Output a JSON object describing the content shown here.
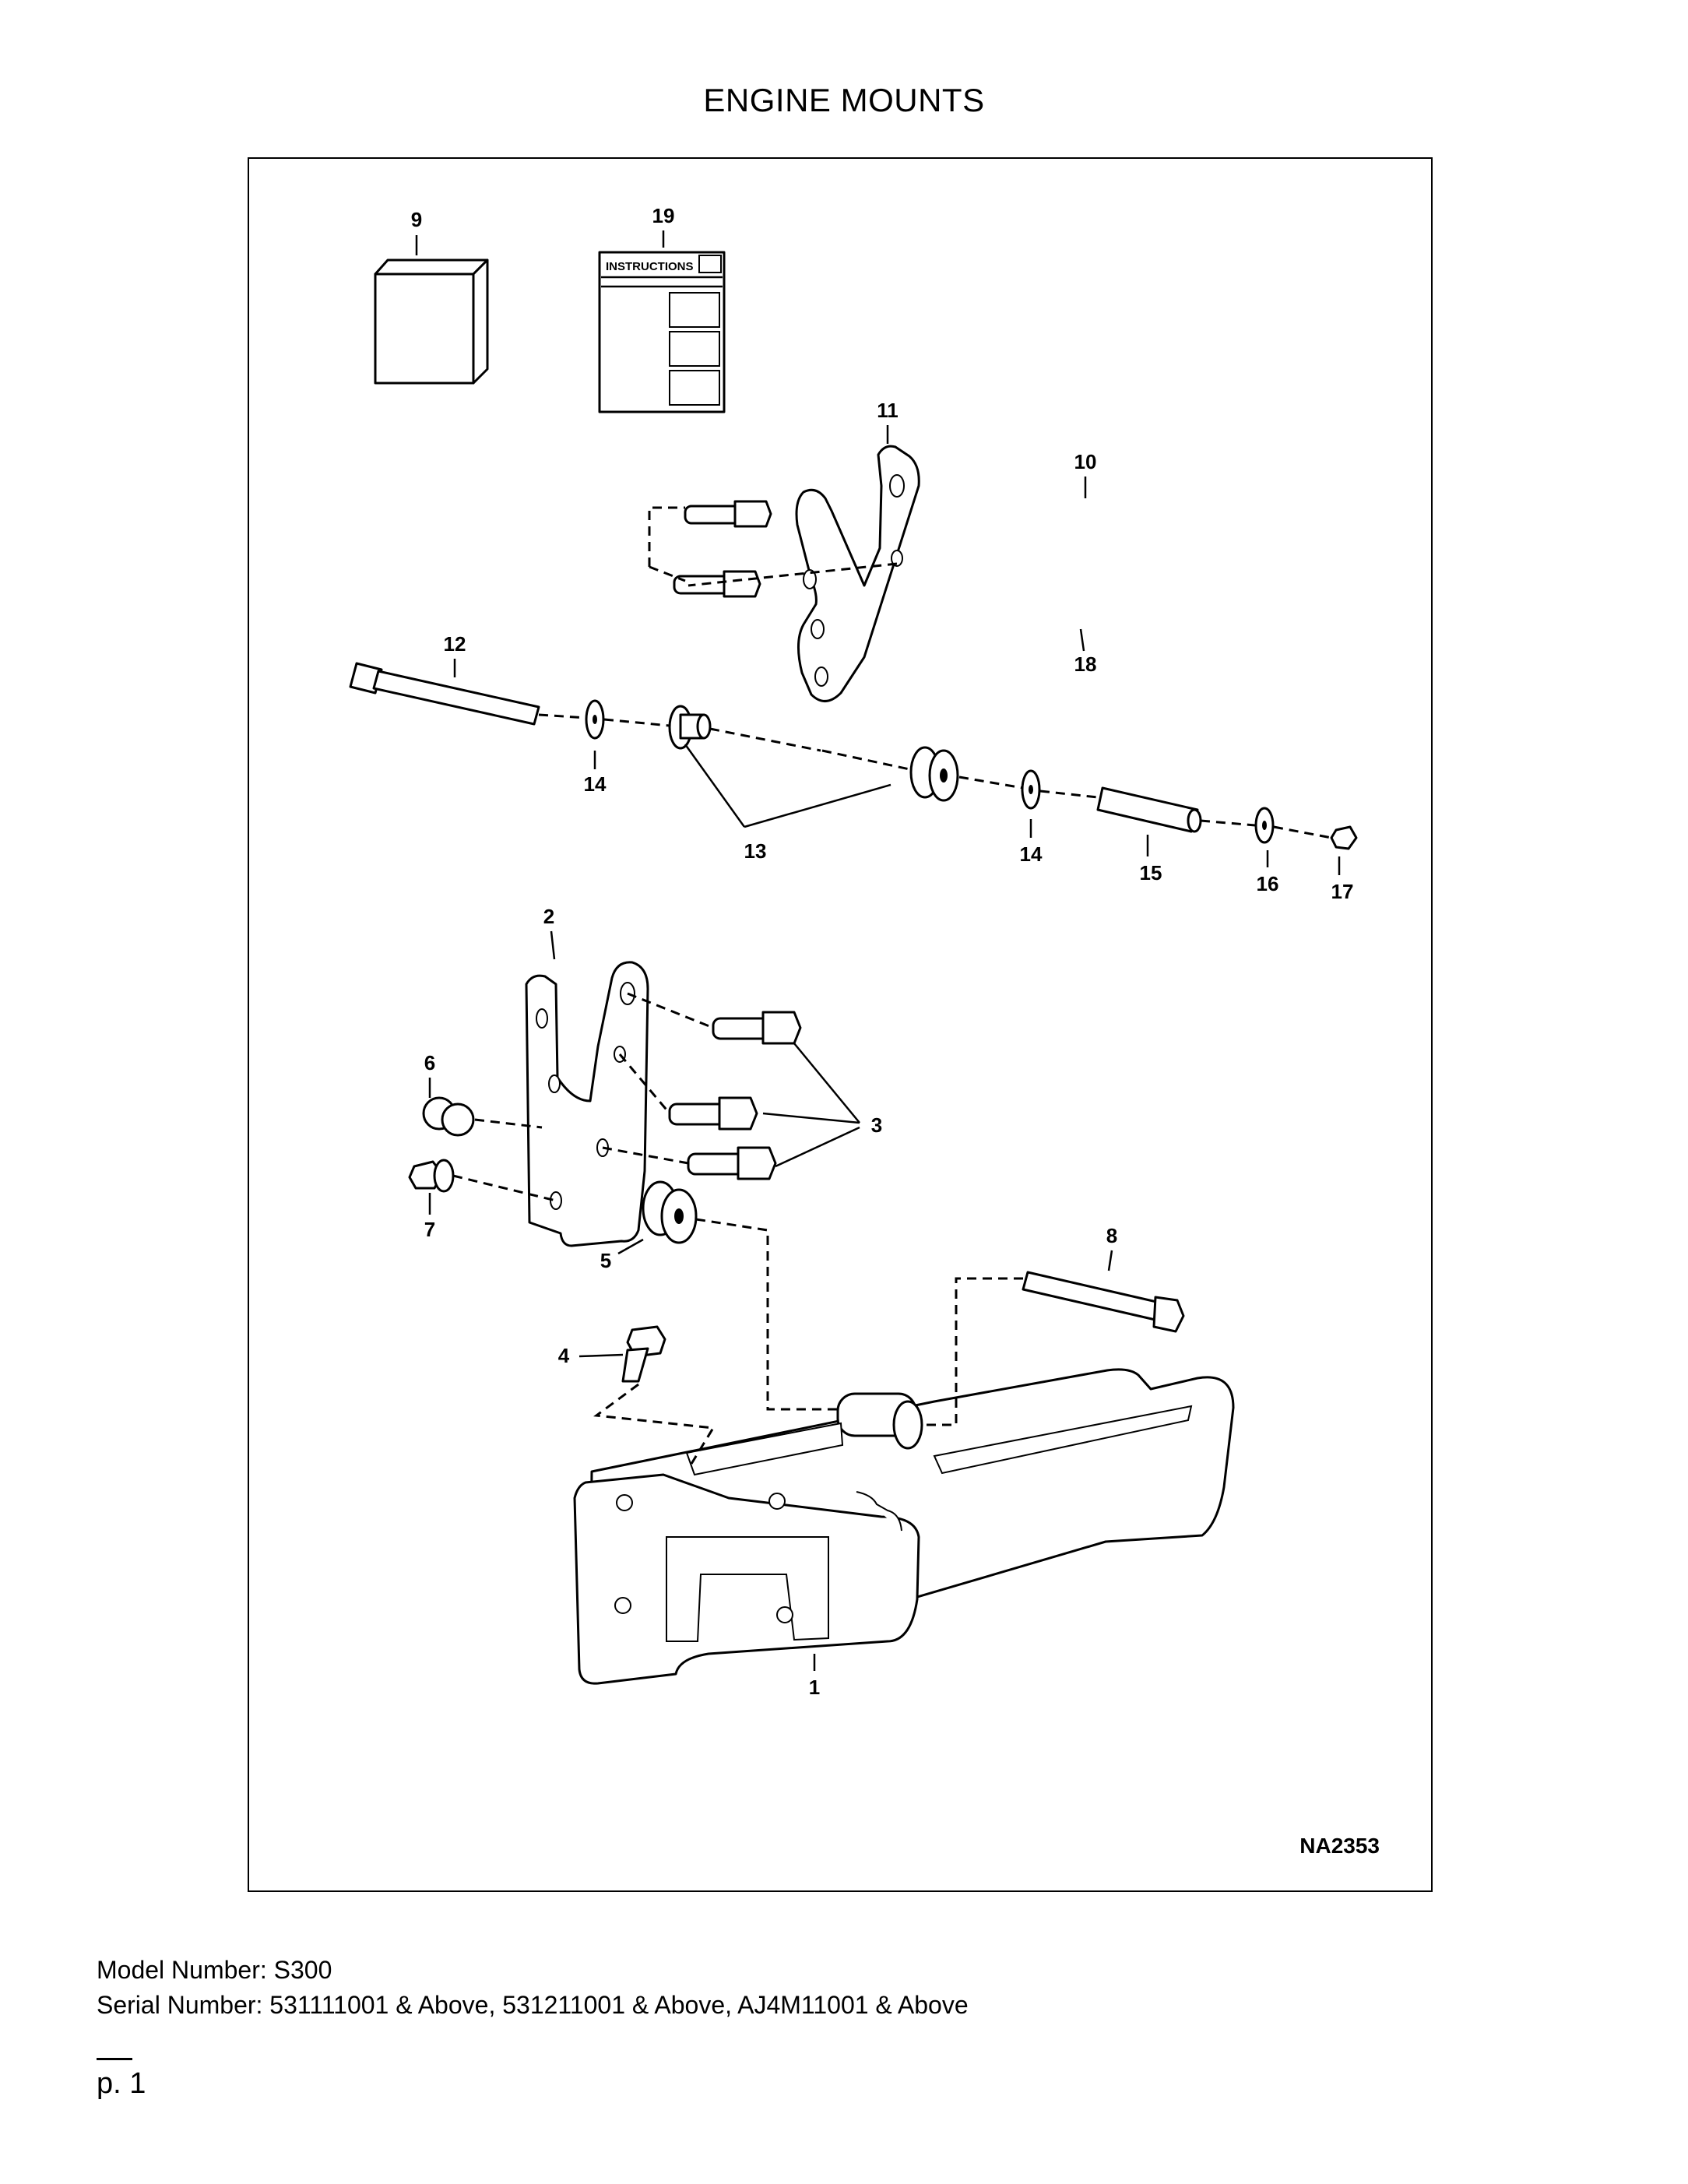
{
  "page_title": "ENGINE MOUNTS",
  "diagram": {
    "id_label": "NA2353",
    "instruction_card_text": "INSTRUCTIONS",
    "callouts": [
      "9",
      "19",
      "11",
      "10",
      "18",
      "12",
      "14",
      "13",
      "14",
      "15",
      "16",
      "17",
      "2",
      "6",
      "3",
      "7",
      "5",
      "8",
      "4",
      "1"
    ]
  },
  "model_line": "Model Number: S300",
  "serial_line": "Serial Number: 531111001 & Above, 531211001 & Above, AJ4M11001 & Above",
  "page_number": "p. 1"
}
